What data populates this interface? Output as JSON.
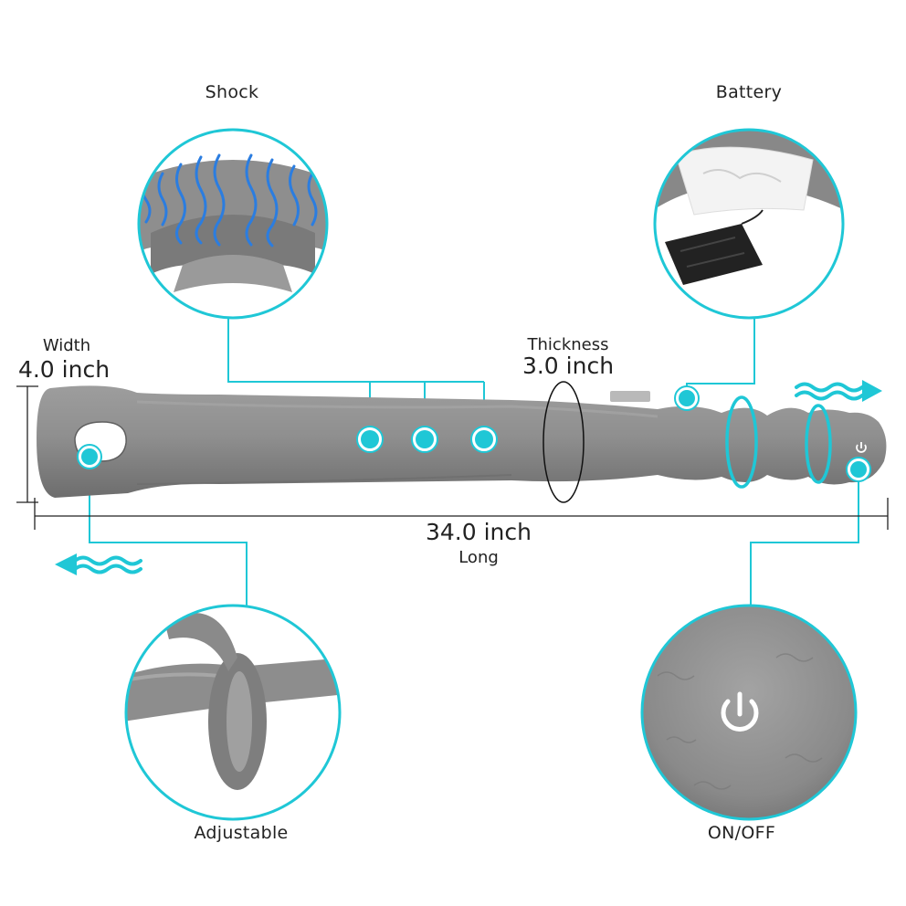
{
  "colors": {
    "accent": "#1fc7d6",
    "accent_dark": "#0fb3c4",
    "plush": "#8c8c8c",
    "plush_dark": "#6f6f6f",
    "plush_light": "#a6a6a6",
    "wave_blue": "#2b7de0"
  },
  "features": {
    "shock": {
      "label": "Shock",
      "icon": "wave-lines-icon"
    },
    "battery": {
      "label": "Battery",
      "icon": "battery-box-icon"
    },
    "adjustable": {
      "label": "Adjustable",
      "icon": "knot-icon"
    },
    "onoff": {
      "label": "ON/OFF",
      "icon": "power-icon"
    }
  },
  "dimensions": {
    "width_label": "Width",
    "width_value": "4.0 inch",
    "thickness_label": "Thickness",
    "thickness_value": "3.0 inch",
    "length_value": "34.0 inch",
    "length_label": "Long"
  }
}
